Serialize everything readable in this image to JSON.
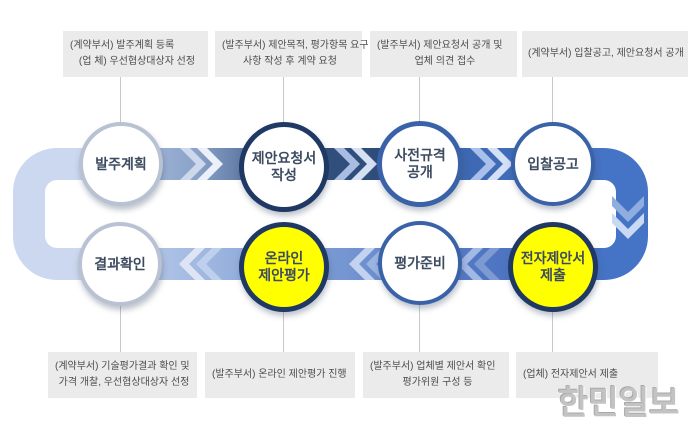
{
  "top_notes": [
    {
      "line1": "(계약부서) 발주계획 등록",
      "line2": "(업      체) 우선협상대상자 선정"
    },
    {
      "line1": "(발주부서) 제안목적, 평가항목 요구",
      "line2": "사항 작성 후 계약 요청"
    },
    {
      "line1": "(발주부서) 제안요청서 공개 및",
      "line2": "업체 의견 접수"
    },
    {
      "line1": "(계약부서) 입찰공고, 제안요청서 공개",
      "line2": ""
    }
  ],
  "steps": [
    {
      "label": "발주계획"
    },
    {
      "label": "제안요청서\n작성"
    },
    {
      "label": "사전규격\n공개"
    },
    {
      "label": "입찰공고"
    },
    {
      "label": "전자제안서\n제출"
    },
    {
      "label": "평가준비"
    },
    {
      "label": "온라인\n제안평가"
    },
    {
      "label": "결과확인"
    }
  ],
  "bottom_notes": [
    {
      "line1": "(계약부서) 기술평가결과 확인 및",
      "line2": "가격 개찰, 우선협상대상자 선정"
    },
    {
      "line1": "(발주부서) 온라인 제안평가 진행",
      "line2": ""
    },
    {
      "line1": "(발주부서) 업체별 제안서 확인",
      "line2": "평가위원 구성 등"
    },
    {
      "line1": "(업체) 전자제안서 제출",
      "line2": ""
    }
  ],
  "watermark": "한민일보",
  "colors": {
    "highlight_yellow": "#ffff00",
    "navy_accent": "#1f3864",
    "blue_accent": "#4573c5",
    "light_band": "#cbd8ef",
    "note_background": "#ebebeb"
  }
}
